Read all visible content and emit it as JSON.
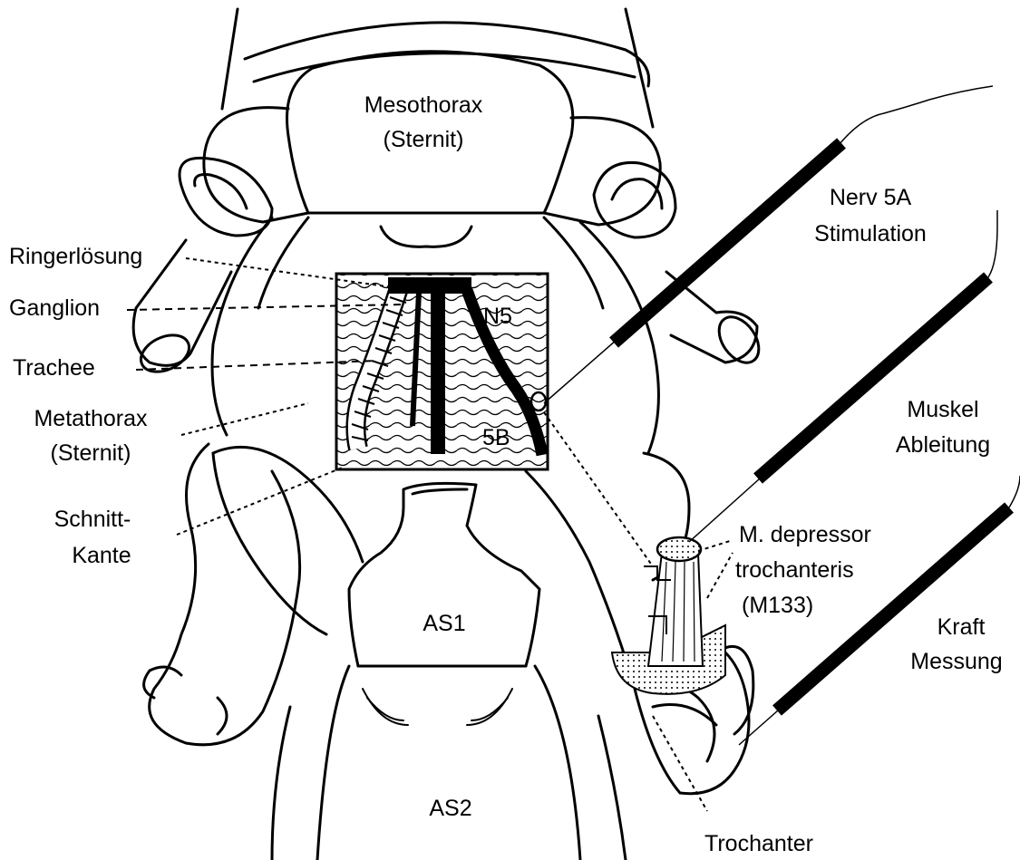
{
  "labels": {
    "mesothorax_line1": "Mesothorax",
    "mesothorax_line2": "(Sternit)",
    "nerv_line1": "Nerv  5A",
    "nerv_line2": "Stimulation",
    "ringer": "Ringerlösung",
    "ganglion": "Ganglion",
    "trachee": "Trachee",
    "metathorax_line1": "Metathorax",
    "metathorax_line2": "(Sternit)",
    "schnitt_line1": "Schnitt-",
    "schnitt_line2": "Kante",
    "n5": "N5",
    "b5": "5B",
    "muskel_line1": "Muskel",
    "muskel_line2": "Ableitung",
    "depressor_line1": "M. depressor",
    "depressor_line2": "trochanteris",
    "depressor_line3": "(M133)",
    "kraft_line1": "Kraft",
    "kraft_line2": "Messung",
    "as1": "AS1",
    "as2": "AS2",
    "trochanter": "Trochanter"
  },
  "colors": {
    "ink": "#000000",
    "paper": "#ffffff",
    "stipple": "#bdbdbd"
  }
}
